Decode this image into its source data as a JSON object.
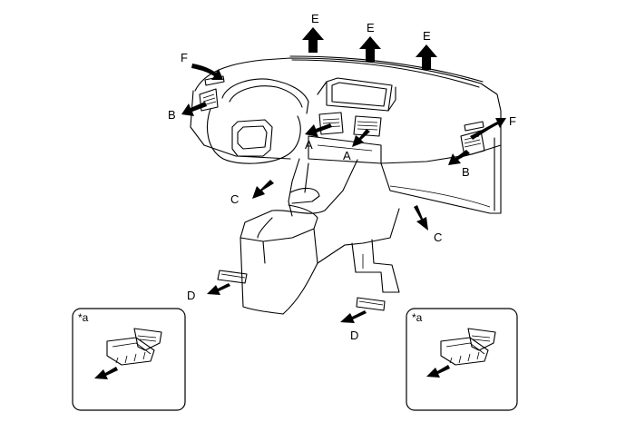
{
  "diagram": {
    "callouts": {
      "A_left": "A",
      "A_right": "A",
      "B_left": "B",
      "B_right": "B",
      "C_left": "C",
      "C_right": "C",
      "D_left": "D",
      "D_right": "D",
      "E_1": "E",
      "E_2": "E",
      "E_3": "E",
      "F_left": "F",
      "F_right": "F"
    },
    "insets": {
      "left_label": "*a",
      "right_label": "*a"
    }
  }
}
